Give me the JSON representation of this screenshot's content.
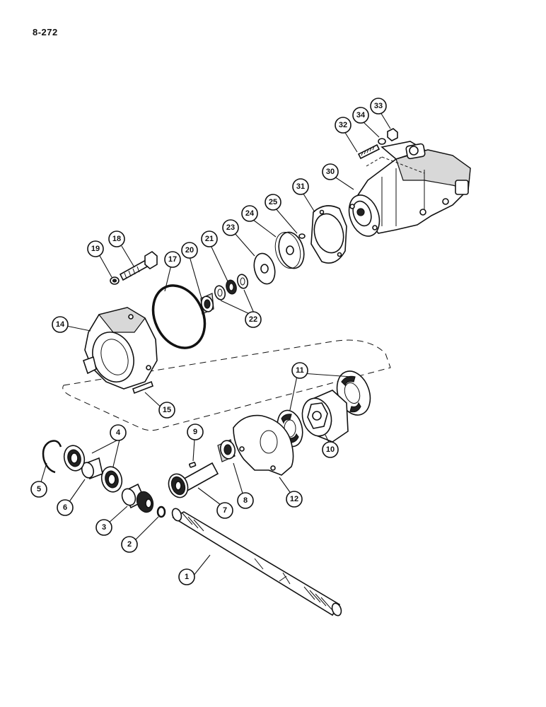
{
  "page_number": "8-272",
  "callouts": [
    {
      "id": "1",
      "label": "1"
    },
    {
      "id": "2",
      "label": "2"
    },
    {
      "id": "3",
      "label": "3"
    },
    {
      "id": "4",
      "label": "4"
    },
    {
      "id": "5",
      "label": "5"
    },
    {
      "id": "6",
      "label": "6"
    },
    {
      "id": "7",
      "label": "7"
    },
    {
      "id": "8",
      "label": "8"
    },
    {
      "id": "9",
      "label": "9"
    },
    {
      "id": "10",
      "label": "10"
    },
    {
      "id": "11",
      "label": "11"
    },
    {
      "id": "12",
      "label": "12"
    },
    {
      "id": "14",
      "label": "14"
    },
    {
      "id": "15",
      "label": "15"
    },
    {
      "id": "17",
      "label": "17"
    },
    {
      "id": "18",
      "label": "18"
    },
    {
      "id": "19",
      "label": "19"
    },
    {
      "id": "20",
      "label": "20"
    },
    {
      "id": "21",
      "label": "21"
    },
    {
      "id": "22",
      "label": "22"
    },
    {
      "id": "23",
      "label": "23"
    },
    {
      "id": "24",
      "label": "24"
    },
    {
      "id": "25",
      "label": "25"
    },
    {
      "id": "30",
      "label": "30"
    },
    {
      "id": "31",
      "label": "31"
    },
    {
      "id": "32",
      "label": "32"
    },
    {
      "id": "33",
      "label": "33"
    },
    {
      "id": "34",
      "label": "34"
    }
  ]
}
